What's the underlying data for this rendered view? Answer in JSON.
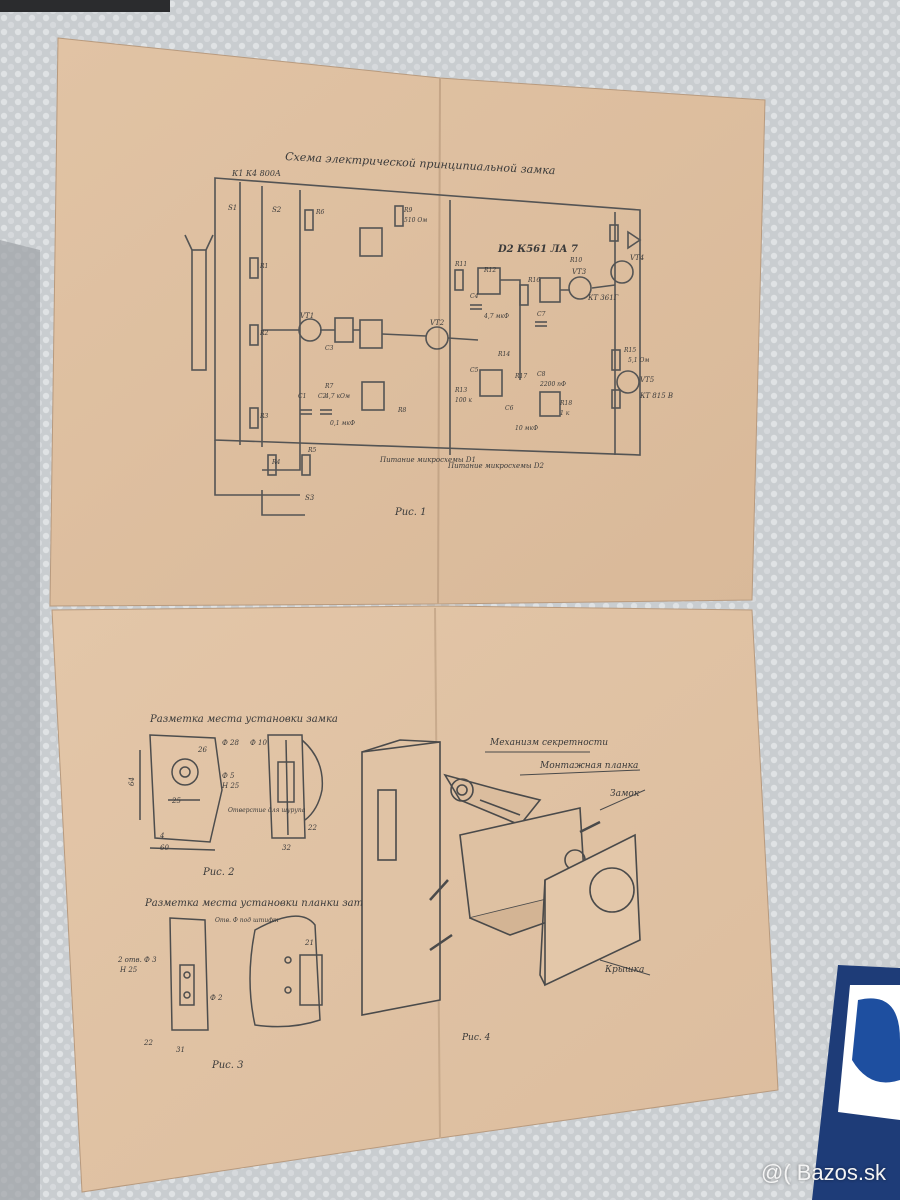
{
  "sheet_top": {
    "title": "Схема электрической принципиальной замка",
    "fig_label": "Рис. 1",
    "chip_label": "D2 К561 ЛА 7",
    "power_d1": "Питание микросхемы D1",
    "power_d2": "Питание микросхемы D2",
    "transistors": [
      "VT1",
      "VT2",
      "VT3",
      "VT4",
      "VT5"
    ],
    "transistor_type_kt361": "КТ 361Г",
    "transistor_type_kt815": "КТ 815 В",
    "switch_top": "К1 К4 800А",
    "switches": [
      "S1",
      "S2",
      "S3"
    ],
    "resistors": [
      "R1",
      "R2",
      "R3",
      "R4",
      "R5",
      "R6",
      "R7",
      "R8",
      "R9",
      "R10",
      "R11",
      "R12",
      "R13",
      "R14",
      "R15",
      "R16",
      "R17",
      "R18"
    ],
    "resistor_values": [
      "510 Ом",
      "4,7 кОм",
      "100 к",
      "1 к",
      "5,1 Ом"
    ],
    "capacitors": [
      "C1",
      "C2",
      "C3",
      "C4",
      "C5",
      "C6",
      "C7",
      "C8"
    ],
    "cap_values": [
      "0,1 мкФ",
      "4,7 мкФ",
      "10 мкФ",
      "2200 пФ"
    ]
  },
  "sheet_bottom": {
    "fig2_title": "Разметка места установки замка",
    "fig2_label": "Рис. 2",
    "fig3_title": "Разметка места установки планки затвора",
    "fig3_label": "Рис. 3",
    "fig4_label": "Рис. 4",
    "labels_fig4": [
      "Механизм секретности",
      "Монтажная планка",
      "Замок",
      "Крышка"
    ],
    "dims_fig2": [
      "64",
      "26",
      "25",
      "60",
      "4",
      "Ф 5",
      "Н 25",
      "Ф 28",
      "Ф 10",
      "22",
      "32"
    ],
    "dims_fig3": [
      "2 отв. Ф 3",
      "Н 25",
      "21",
      "22",
      "31",
      "Ф 2"
    ],
    "notes": [
      "Отверстие для шурупа",
      "Отв. Ф под штифт"
    ]
  },
  "watermark": "@( Bazos.sk"
}
